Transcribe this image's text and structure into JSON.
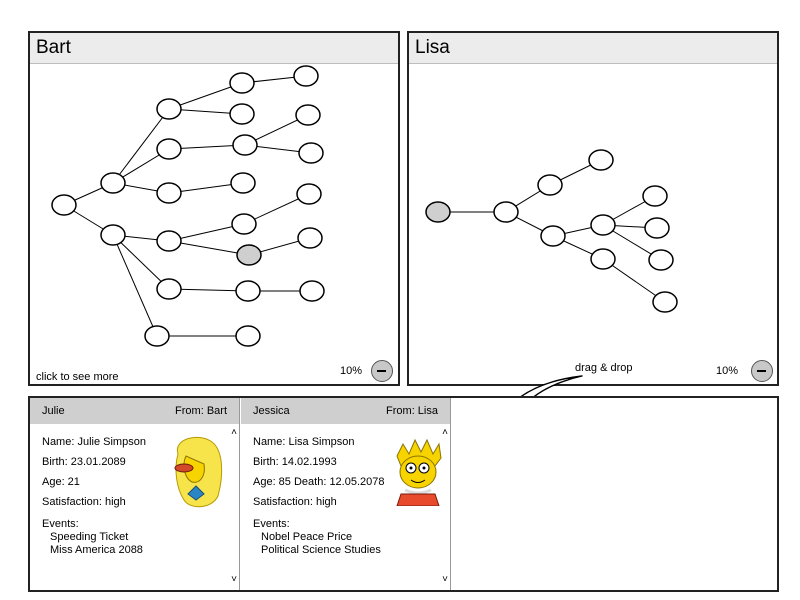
{
  "bart_panel": {
    "title": "Bart",
    "hint": "click to see more",
    "zoom": "10%"
  },
  "lisa_panel": {
    "title": "Lisa",
    "zoom": "10%"
  },
  "drag_hint": "drag & drop",
  "cards": [
    {
      "name": "Julie",
      "from": "From: Bart",
      "full_name": "Name: Julie Simpson",
      "birth": "Birth: 23.01.2089",
      "age": "Age: 21",
      "satisfaction": "Satisfaction: high",
      "events_label": "Events:",
      "events": [
        "Speeding Ticket",
        "Miss America 2088"
      ]
    },
    {
      "name": "Jessica",
      "from": "From: Lisa",
      "full_name": "Name: Lisa Simpson",
      "birth": "Birth: 14.02.1993",
      "age": "Age: 85 Death: 12.05.2078",
      "satisfaction": "Satisfaction: high",
      "events_label": "Events:",
      "events": [
        "Nobel Peace Price",
        "Political Science Studies"
      ]
    }
  ],
  "colors": {
    "selected_node": "#cfcfcf",
    "title_bar": "#ececec",
    "card_header": "#cfcfcf"
  }
}
